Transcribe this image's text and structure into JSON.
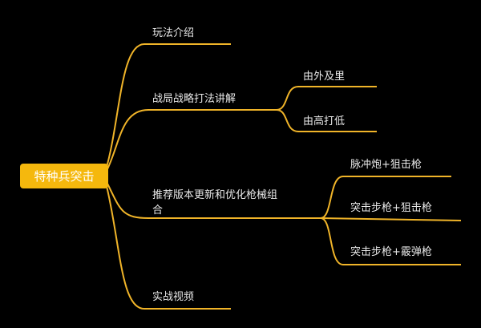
{
  "root": {
    "label": "特种兵突击"
  },
  "branches": [
    {
      "label": "玩法介绍"
    },
    {
      "label": "战局战略打法讲解",
      "children": [
        {
          "label": "由外及里"
        },
        {
          "label": "由高打低"
        }
      ]
    },
    {
      "label_line1": "推荐版本更新和优化枪械组",
      "label_line2": "合",
      "children": [
        {
          "label": "脉冲炮+狙击枪"
        },
        {
          "label": "突击步枪+狙击枪"
        },
        {
          "label": "突击步枪+霰弹枪"
        }
      ]
    },
    {
      "label": "实战视频"
    }
  ],
  "colors": {
    "line": "#f0b429",
    "root": "#f5b80d",
    "background": "#000000"
  }
}
